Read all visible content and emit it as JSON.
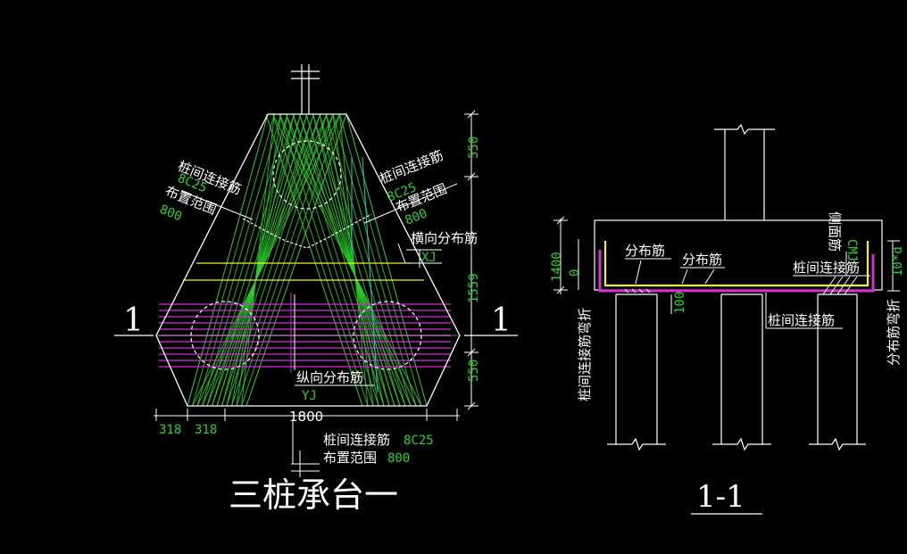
{
  "colors": {
    "background": "#000000",
    "outline": "#ffffff",
    "rebar_green": "#2bd42b",
    "rebar_magenta": "#d62fd6",
    "distribution_yellow": "#f2f22e",
    "dimension_green": "#2bd42b",
    "cyan": "#20c8d0"
  },
  "plan": {
    "title": "三桩承台一",
    "section_mark_left": "1",
    "section_mark_right": "1",
    "left_label": {
      "line1": "桩间连接筋",
      "line2": "8C25",
      "line3": "布置范围",
      "line4": "800"
    },
    "right_label": {
      "line1": "桩间连接筋",
      "line2": "8C25",
      "line3": "布置范围",
      "line4": "800"
    },
    "transverse_label": "横向分布筋",
    "transverse_tag": "XJ",
    "longitudinal_label": "纵向分布筋",
    "longitudinal_tag": "YJ",
    "bottom_label": {
      "line1": "桩间连接筋",
      "line1_value": "8C25",
      "line2": "布置范围",
      "line2_value": "800"
    },
    "dims_right": [
      "550",
      "1559",
      "550"
    ],
    "dims_bottom": [
      "318",
      "318",
      "1800"
    ]
  },
  "section": {
    "title": "1-1",
    "labels": {
      "dist1": "分布筋",
      "dist2": "分布筋",
      "side_rebar": "侧面筋",
      "side_tag": "CMJ",
      "link_top": "桩间连接筋",
      "link_bottom": "桩间连接筋",
      "link_bend": "桩间连接筋弯折",
      "dist_bend": "分布筋弯折",
      "ten_d": "10*d"
    },
    "dims_left": [
      "1400",
      "0"
    ],
    "dim_100": "100"
  }
}
